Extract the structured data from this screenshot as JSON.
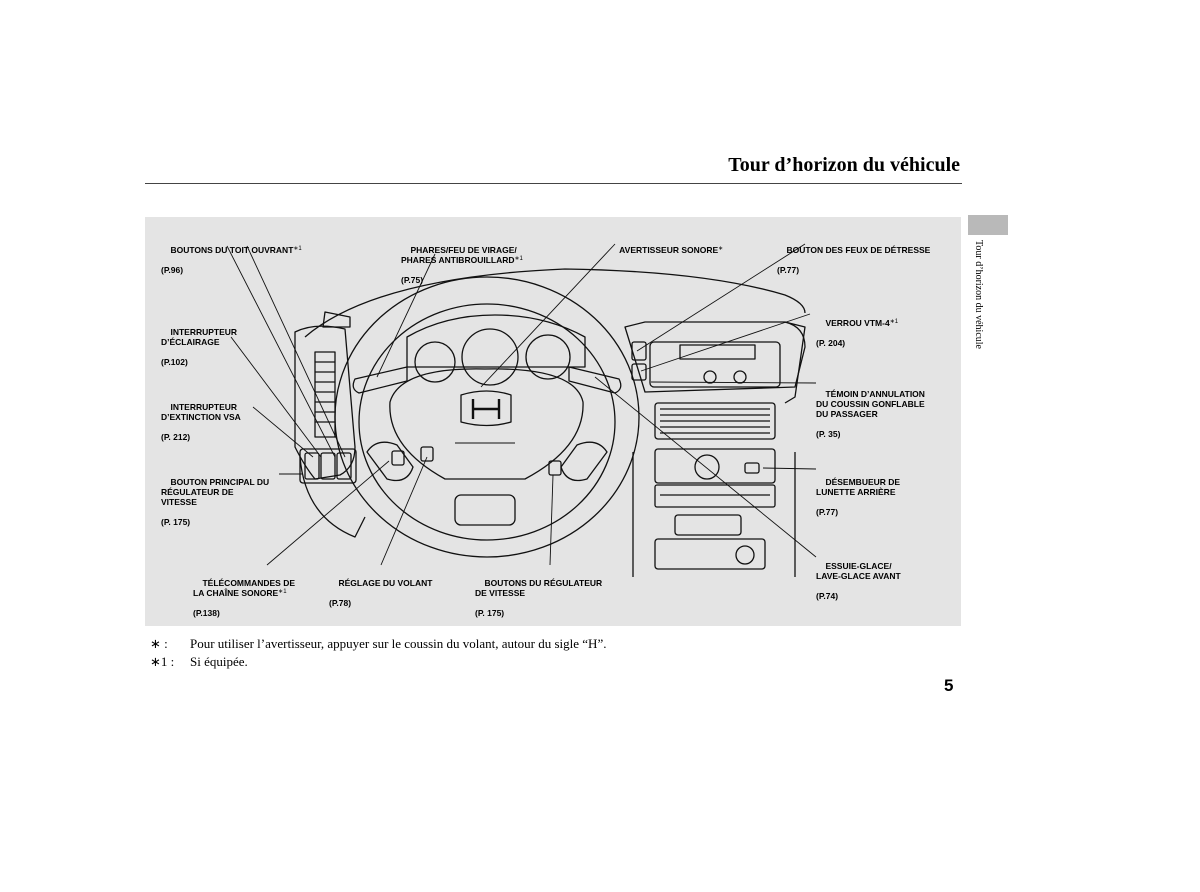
{
  "header": {
    "title": "Tour d’horizon du véhicule",
    "side_tab": "Tour d’horizon du véhicule"
  },
  "callouts": {
    "sunroof": {
      "label": "BOUTONS DU TOIT OUVRANT",
      "mark": "∗1",
      "ref": "(P.96)"
    },
    "headlights": {
      "label": "PHARES/FEU DE VIRAGE/\nPHARES ANTIBROUILLARD",
      "mark": "∗1",
      "ref": "(P.75)"
    },
    "horn": {
      "label": "AVERTISSEUR SONORE",
      "mark": "∗",
      "ref": ""
    },
    "hazard": {
      "label": "BOUTON DES FEUX DE DÉTRESSE",
      "mark": "",
      "ref": "(P.77)"
    },
    "lighting": {
      "label": "INTERRUPTEUR\nD’ÉCLAIRAGE",
      "mark": "",
      "ref": "(P.102)"
    },
    "vsa": {
      "label": "INTERRUPTEUR\nD’EXTINCTION VSA",
      "mark": "",
      "ref": "(P. 212)"
    },
    "cruise_main": {
      "label": "BOUTON PRINCIPAL DU\nRÉGULATEUR DE\nVITESSE",
      "mark": "",
      "ref": "(P. 175)"
    },
    "vtm": {
      "label": "VERROU VTM-4",
      "mark": "∗1",
      "ref": "(P. 204)"
    },
    "airbag": {
      "label": "TÉMOIN D’ANNULATION\nDU COUSSIN GONFLABLE\nDU PASSAGER",
      "mark": "",
      "ref": "(P. 35)"
    },
    "defrost": {
      "label": "DÉSEMBUEUR DE\nLUNETTE ARRIÈRE",
      "mark": "",
      "ref": "(P.77)"
    },
    "wipers": {
      "label": "ESSUIE-GLACE/\nLAVE-GLACE AVANT",
      "mark": "",
      "ref": "(P.74)"
    },
    "audio_remote": {
      "label": "TÉLÉCOMMANDES DE\nLA CHAÎNE SONORE",
      "mark": "∗1",
      "ref": "(P.138)"
    },
    "tilt": {
      "label": "RÉGLAGE DU VOLANT",
      "mark": "",
      "ref": "(P.78)"
    },
    "cruise_buttons": {
      "label": "BOUTONS DU RÉGULATEUR\nDE VITESSE",
      "mark": "",
      "ref": "(P. 175)"
    }
  },
  "notes": [
    {
      "mark": "∗ :",
      "text": "Pour utiliser l’avertisseur, appuyer sur le coussin du volant, autour du sigle “H”."
    },
    {
      "mark": "∗1 :",
      "text": "Si équipée."
    }
  ],
  "page_number": "5"
}
